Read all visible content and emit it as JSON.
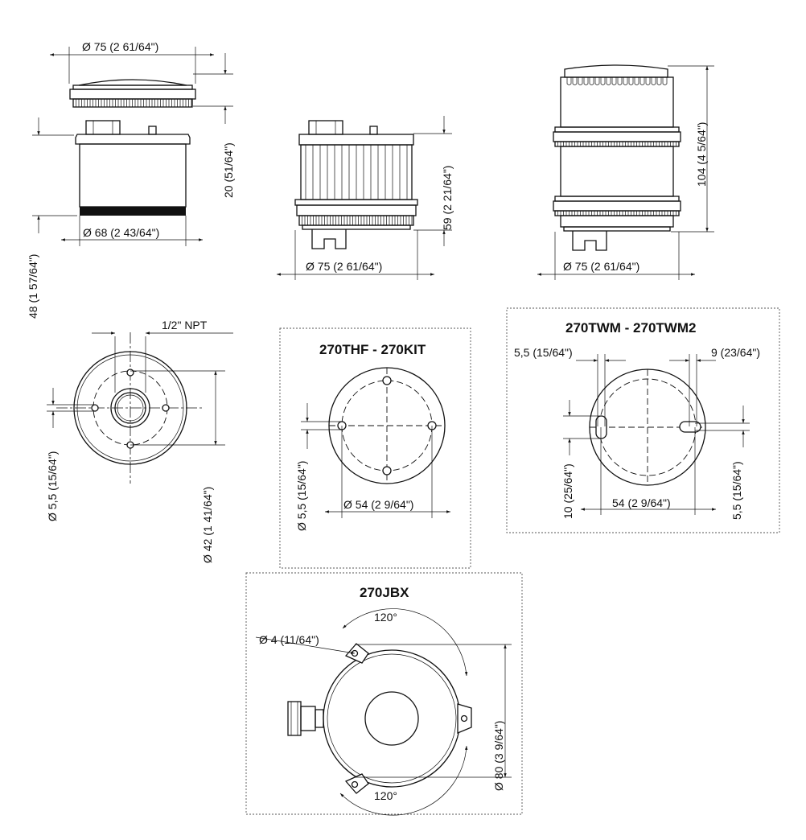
{
  "sections": {
    "mount_thf_kit": "270THF - 270KIT",
    "mount_twm": "270TWM - 270TWM2",
    "mount_jbx": "270JBX"
  },
  "dimensions": {
    "top_cap_diameter": "Ø 75 (2 61/64\")",
    "cap_height": "20  (51/64\")",
    "base_unit_height": "48  (1 57/64\")",
    "base_diameter": "Ø 68 (2 43/64\")",
    "middle_unit_height": "59  (2 21/64\")",
    "middle_unit_diameter": "Ø 75 (2 61/64\")",
    "tall_unit_height": "104  (4 5/64\")",
    "tall_unit_diameter": "Ø 75 (2 61/64\")",
    "thread": "1/2\" NPT",
    "hole_diameter": "Ø 5,5 (15/64\")",
    "bolt_circle_42": "Ø 42 (1 41/64\")",
    "thf_hole": "Ø 5,5 (15/64\")",
    "thf_bolt_circle": "Ø 54 (2 9/64\")",
    "twm_slot_width": "5,5 (15/64\")",
    "twm_slot_length": "9 (23/64\")",
    "twm_slot_height": "10 (25/64\")",
    "twm_bolt_circle": "54 (2 9/64\")",
    "twm_slot_width_right": "5,5 (15/64\")",
    "jbx_angle_top": "120°",
    "jbx_angle_bottom": "120°",
    "jbx_hole": "Ø 4 (11/64\")",
    "jbx_circle": "Ø 80 (3 9/64\")"
  }
}
